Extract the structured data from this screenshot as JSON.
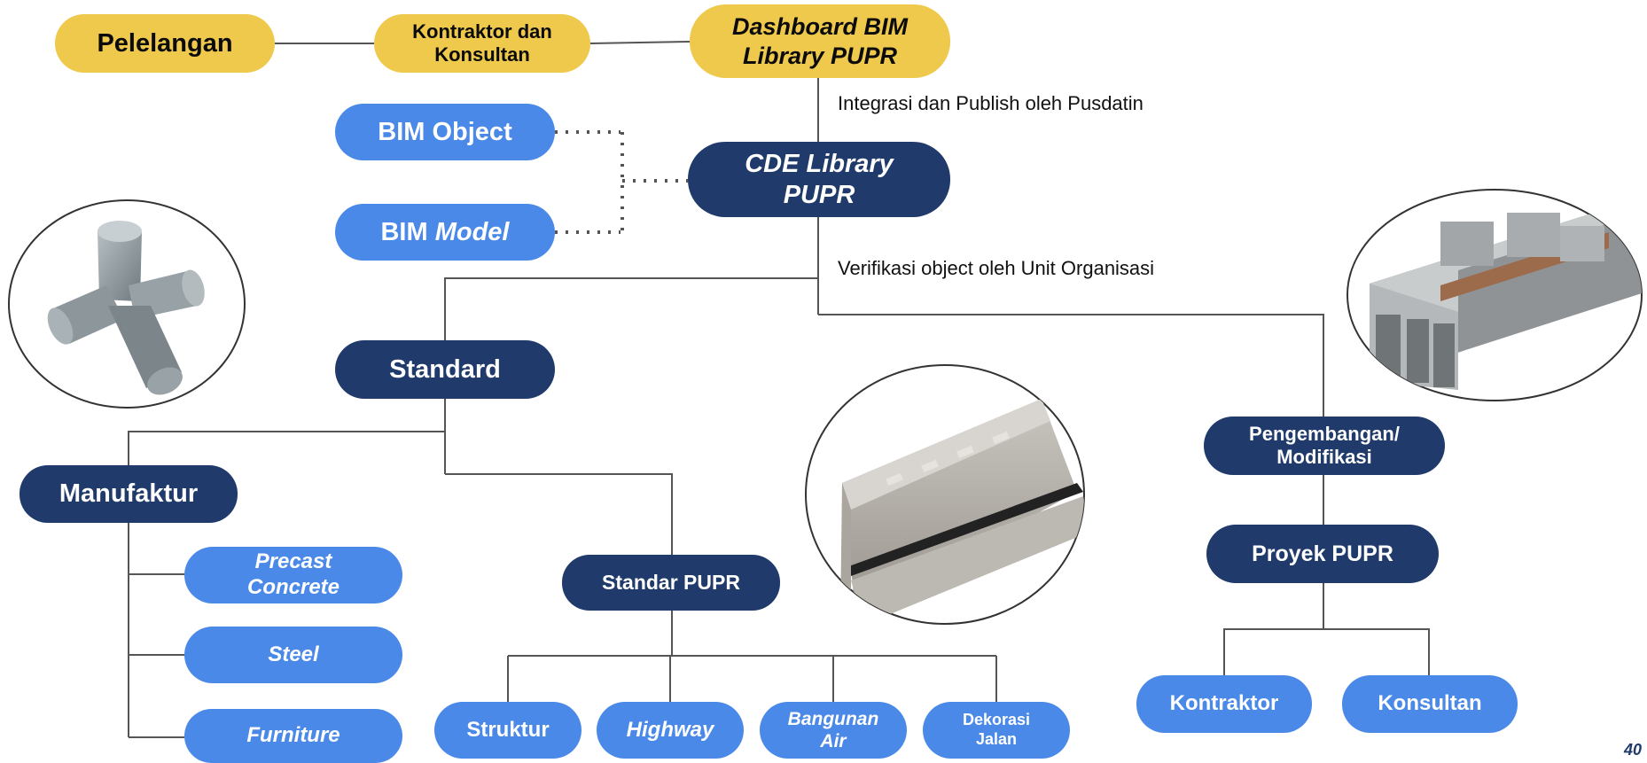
{
  "top": {
    "pelelangan": "Pelelangan",
    "kontraktor_konsultan": [
      "Kontraktor dan",
      "Konsultan"
    ],
    "dashboard": [
      "Dashboard BIM",
      "Library PUPR"
    ]
  },
  "notes": {
    "integrasi": "Integrasi dan Publish oleh Pusdatin",
    "verifikasi": "Verifikasi object oleh Unit Organisasi"
  },
  "bim": {
    "object": "BIM Object",
    "model_prefix": "BIM",
    "model_italic": "Model"
  },
  "cde": [
    "CDE Library",
    "PUPR"
  ],
  "standard": "Standard",
  "manufaktur": {
    "label": "Manufaktur",
    "items": [
      [
        "Precast",
        "Concrete"
      ],
      [
        "Steel"
      ],
      [
        "Furniture"
      ]
    ]
  },
  "standar_pupr": {
    "label": "Standar PUPR",
    "children": [
      "Struktur",
      "Highway",
      [
        "Bangunan",
        "Air"
      ],
      [
        "Dekorasi",
        "Jalan"
      ]
    ]
  },
  "pengembangan": [
    "Pengembangan/",
    "Modifikasi"
  ],
  "proyek": {
    "label": "Proyek PUPR",
    "children": [
      "Kontraktor",
      "Konsultan"
    ]
  },
  "page_number": "40",
  "illustrations": [
    "tetrapod-illustration",
    "box-girder-illustration",
    "precast-barrier-illustration"
  ],
  "colors": {
    "yellow": "#EFC94C",
    "navy": "#1F3A6B",
    "blue": "#4A89E8",
    "line": "#555555"
  }
}
